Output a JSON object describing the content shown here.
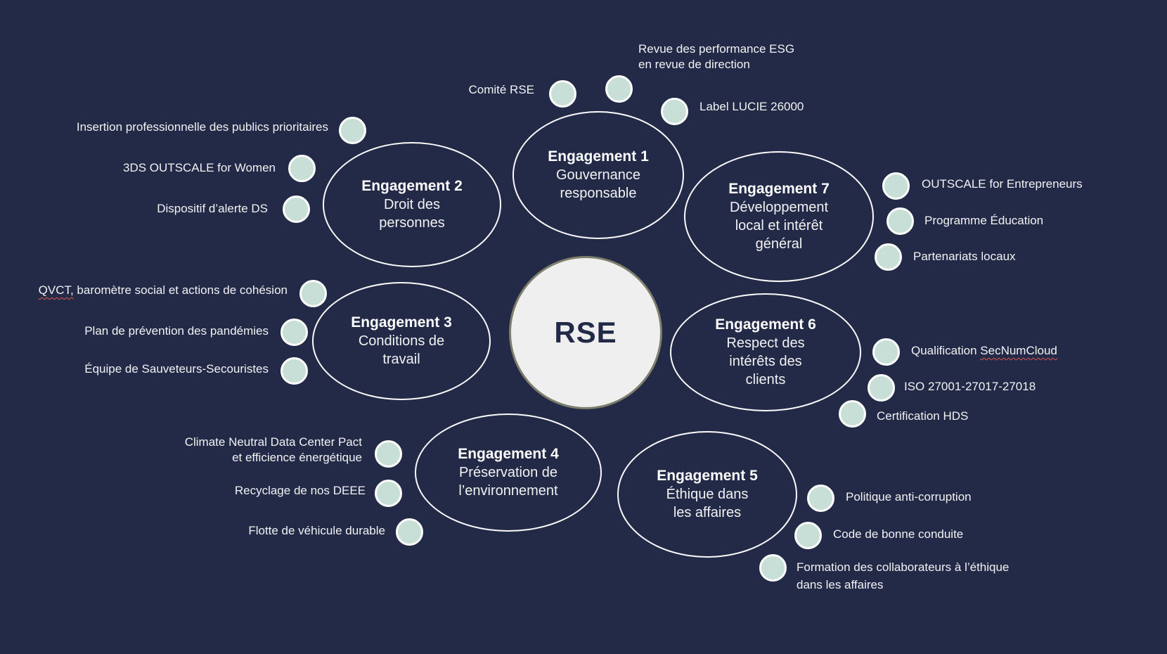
{
  "palette": {
    "background": "#232a47",
    "dot_fill": "#c8dfd8",
    "dot_border": "#ffffff",
    "ellipse_border": "#fbfbfb",
    "center_fill": "#efeff0",
    "center_text": "#232a47",
    "text": "#f2f2f3",
    "squiggle": "#e0564d"
  },
  "center": {
    "label": "RSE"
  },
  "engagements": [
    {
      "title": "Engagement 1",
      "lines": [
        "Gouvernance",
        "responsable"
      ]
    },
    {
      "title": "Engagement 2",
      "lines": [
        "Droit des",
        "personnes"
      ]
    },
    {
      "title": "Engagement 3",
      "lines": [
        "Conditions de",
        "travail"
      ]
    },
    {
      "title": "Engagement 4",
      "lines": [
        "Préservation de",
        "l’environnement"
      ]
    },
    {
      "title": "Engagement 5",
      "lines": [
        "Éthique dans",
        "les affaires"
      ]
    },
    {
      "title": "Engagement 6",
      "lines": [
        "Respect des",
        "intérêts des",
        "clients"
      ]
    },
    {
      "title": "Engagement 7",
      "lines": [
        "Développement",
        "local et intérêt",
        "général"
      ]
    }
  ],
  "items": {
    "comite_rse": {
      "label": "Comité RSE"
    },
    "revue_esg": {
      "lines": [
        "Revue des performance ESG",
        "en revue de direction"
      ]
    },
    "label_lucie": {
      "label": "Label LUCIE 26000"
    },
    "insertion": {
      "label": "Insertion professionnelle des publics prioritaires"
    },
    "outscale_women": {
      "label": "3DS OUTSCALE for Women"
    },
    "dispositif": {
      "label": "Dispositif d’alerte DS"
    },
    "qvct": {
      "squiggle": "QVCT,",
      "rest": " baromètre social et actions de cohésion"
    },
    "pandemies": {
      "label": "Plan de prévention des pandémies"
    },
    "secouristes": {
      "label": "Équipe de Sauveteurs-Secouristes"
    },
    "climate": {
      "lines": [
        "Climate Neutral Data Center Pact",
        "et efficience énergétique"
      ]
    },
    "deee": {
      "label": "Recyclage de nos DEEE"
    },
    "flotte": {
      "label": "Flotte de véhicule durable"
    },
    "entrepreneurs": {
      "label": "OUTSCALE for Entrepreneurs"
    },
    "education": {
      "label": "Programme Éducation"
    },
    "partenariats": {
      "label": "Partenariats locaux"
    },
    "secnumcloud": {
      "before": "Qualification ",
      "squiggle": "SecNumCloud"
    },
    "iso": {
      "label": "ISO 27001-27017-27018"
    },
    "hds": {
      "label": "Certification HDS"
    },
    "anticorruption": {
      "label": "Politique anti-corruption"
    },
    "conduite": {
      "label": "Code de bonne conduite"
    },
    "formation": {
      "lines": [
        "Formation des collaborateurs à l’éthique",
        "dans les affaires"
      ]
    }
  }
}
